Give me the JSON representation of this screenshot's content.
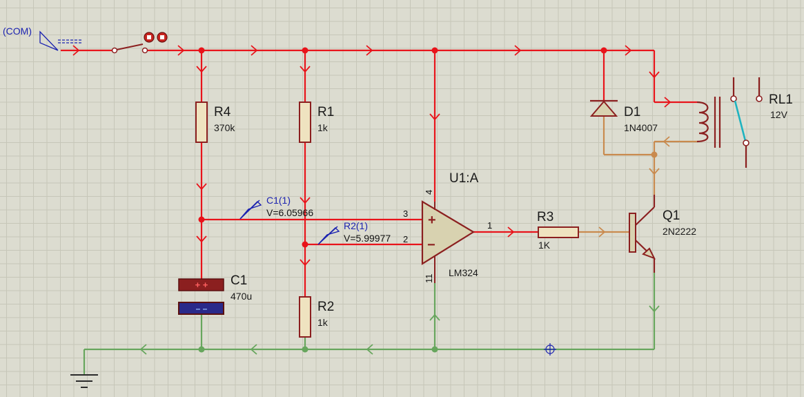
{
  "colors": {
    "powered_wire": "#e8131a",
    "ground_wire": "#67a65d",
    "mid_wire": "#c98a4e",
    "component_body": "#efe3c0",
    "component_outline": "#8b1f1f",
    "probe_text": "#1b22b0",
    "relay_contact": "#1fb3c0"
  },
  "terminal": {
    "label": "(COM)"
  },
  "components": {
    "R4": {
      "name": "R4",
      "value": "370k"
    },
    "R1": {
      "name": "R1",
      "value": "1k"
    },
    "R2": {
      "name": "R2",
      "value": "1k"
    },
    "R3": {
      "name": "R3",
      "value": "1K"
    },
    "C1": {
      "name": "C1",
      "value": "470u",
      "plus": "+ +",
      "minus": "– –"
    },
    "U1": {
      "name": "U1:A",
      "part": "LM324",
      "pin_vcc": "4",
      "pin_gnd": "11",
      "pin_in_plus": "3",
      "pin_in_minus": "2",
      "pin_out": "1",
      "plus": "+",
      "minus": "−"
    },
    "D1": {
      "name": "D1",
      "part": "1N4007"
    },
    "Q1": {
      "name": "Q1",
      "part": "2N2222"
    },
    "RL1": {
      "name": "RL1",
      "value": "12V"
    }
  },
  "probes": [
    {
      "id": "C1(1)",
      "value": "V=6.05966"
    },
    {
      "id": "R2(1)",
      "value": "V=5.99977"
    }
  ],
  "icons": [
    "switch-icon",
    "ground-icon",
    "probe-arrow-icon",
    "current-arrow-icon",
    "crosshair-icon"
  ]
}
